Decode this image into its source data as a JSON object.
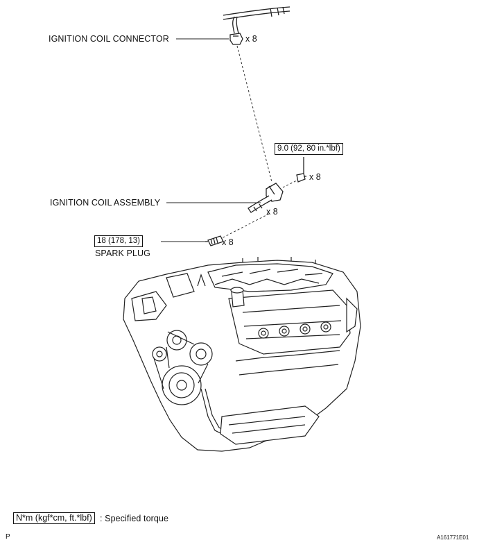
{
  "labels": {
    "coil_connector": "IGNITION COIL CONNECTOR",
    "coil_assembly": "IGNITION COIL ASSEMBLY",
    "spark_plug": "SPARK PLUG"
  },
  "quantities": {
    "connector": "x 8",
    "bolt": "x 8",
    "coil": "x 8",
    "plug": "x 8"
  },
  "torque": {
    "bolt": "9.0 (92, 80 in.*lbf)",
    "spark_plug": "18 (178, 13)"
  },
  "legend": {
    "unit_box": "N*m (kgf*cm, ft.*lbf)",
    "text": ": Specified torque"
  },
  "footer": {
    "left_mark": "P",
    "figure_id": "A161771E01"
  }
}
